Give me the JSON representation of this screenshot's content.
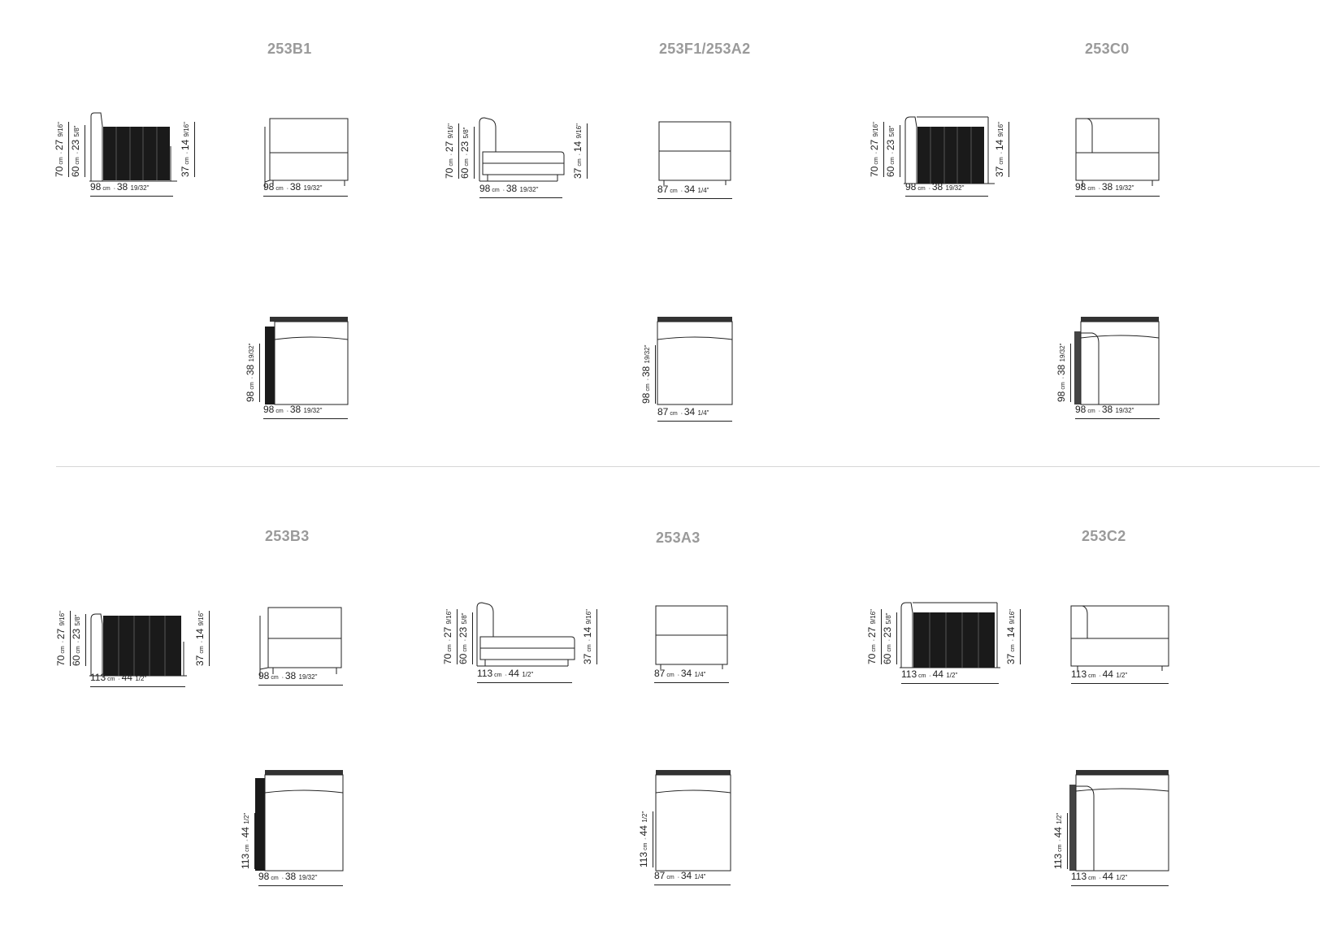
{
  "modules": [
    {
      "code": "253B1",
      "side_view": {
        "height_total": {
          "cm": "70",
          "in": "27",
          "frac": "9/16\""
        },
        "height_back": {
          "cm": "60",
          "in": "23",
          "frac": "5/8\""
        },
        "height_seat": {
          "cm": "37",
          "in": "14",
          "frac": "9/16\""
        },
        "width": {
          "cm": "98",
          "in": "38",
          "frac": "19/32\""
        }
      },
      "front_view": {
        "width": {
          "cm": "98",
          "in": "38",
          "frac": "19/32\""
        }
      },
      "top_view": {
        "width": {
          "cm": "98",
          "in": "38",
          "frac": "19/32\""
        },
        "depth": {
          "cm": "98",
          "in": "38",
          "frac": "19/32\""
        }
      }
    },
    {
      "code": "253F1/253A2",
      "side_view": {
        "height_total": {
          "cm": "70",
          "in": "27",
          "frac": "9/16\""
        },
        "height_back": {
          "cm": "60",
          "in": "23",
          "frac": "5/8\""
        },
        "height_seat": {
          "cm": "37",
          "in": "14",
          "frac": "9/16\""
        },
        "width": {
          "cm": "98",
          "in": "38",
          "frac": "19/32\""
        }
      },
      "front_view": {
        "width": {
          "cm": "87",
          "in": "34",
          "frac": "1/4\""
        }
      },
      "top_view": {
        "width": {
          "cm": "87",
          "in": "34",
          "frac": "1/4\""
        },
        "depth": {
          "cm": "98",
          "in": "38",
          "frac": "19/32\""
        }
      }
    },
    {
      "code": "253C0",
      "side_view": {
        "height_total": {
          "cm": "70",
          "in": "27",
          "frac": "9/16\""
        },
        "height_back": {
          "cm": "60",
          "in": "23",
          "frac": "5/8\""
        },
        "height_seat": {
          "cm": "37",
          "in": "14",
          "frac": "9/16\""
        },
        "width": {
          "cm": "98",
          "in": "38",
          "frac": "19/32\""
        }
      },
      "front_view": {
        "width": {
          "cm": "98",
          "in": "38",
          "frac": "19/32\""
        }
      },
      "top_view": {
        "width": {
          "cm": "98",
          "in": "38",
          "frac": "19/32\""
        },
        "depth": {
          "cm": "98",
          "in": "38",
          "frac": "19/32\""
        }
      }
    },
    {
      "code": "253B3",
      "side_view": {
        "height_total": {
          "cm": "70",
          "in": "27",
          "frac": "9/16\""
        },
        "height_back": {
          "cm": "60",
          "in": "23",
          "frac": "5/8\""
        },
        "height_seat": {
          "cm": "37",
          "in": "14",
          "frac": "9/16\""
        },
        "width": {
          "cm": "113",
          "in": "44",
          "frac": "1/2\""
        }
      },
      "front_view": {
        "width": {
          "cm": "98",
          "in": "38",
          "frac": "19/32\""
        }
      },
      "top_view": {
        "width": {
          "cm": "98",
          "in": "38",
          "frac": "19/32\""
        },
        "depth": {
          "cm": "113",
          "in": "44",
          "frac": "1/2\""
        }
      }
    },
    {
      "code": "253A3",
      "side_view": {
        "height_total": {
          "cm": "70",
          "in": "27",
          "frac": "9/16\""
        },
        "height_back": {
          "cm": "60",
          "in": "23",
          "frac": "5/8\""
        },
        "height_seat": {
          "cm": "37",
          "in": "14",
          "frac": "9/16\""
        },
        "width": {
          "cm": "113",
          "in": "44",
          "frac": "1/2\""
        }
      },
      "front_view": {
        "width": {
          "cm": "87",
          "in": "34",
          "frac": "1/4\""
        }
      },
      "top_view": {
        "width": {
          "cm": "87",
          "in": "34",
          "frac": "1/4\""
        },
        "depth": {
          "cm": "113",
          "in": "44",
          "frac": "1/2\""
        }
      }
    },
    {
      "code": "253C2",
      "side_view": {
        "height_total": {
          "cm": "70",
          "in": "27",
          "frac": "9/16\""
        },
        "height_back": {
          "cm": "60",
          "in": "23",
          "frac": "5/8\""
        },
        "height_seat": {
          "cm": "37",
          "in": "14",
          "frac": "9/16\""
        },
        "width": {
          "cm": "113",
          "in": "44",
          "frac": "1/2\""
        }
      },
      "front_view": {
        "width": {
          "cm": "113",
          "in": "44",
          "frac": "1/2\""
        }
      },
      "top_view": {
        "width": {
          "cm": "113",
          "in": "44",
          "frac": "1/2\""
        },
        "depth": {
          "cm": "113",
          "in": "44",
          "frac": "1/2\""
        }
      }
    }
  ],
  "separator_glyph": "◦",
  "colors": {
    "code_label": "#9a9a9a",
    "line": "#222222",
    "divider": "#d6d6d6",
    "cushion_fill": "#1a1a1a"
  }
}
